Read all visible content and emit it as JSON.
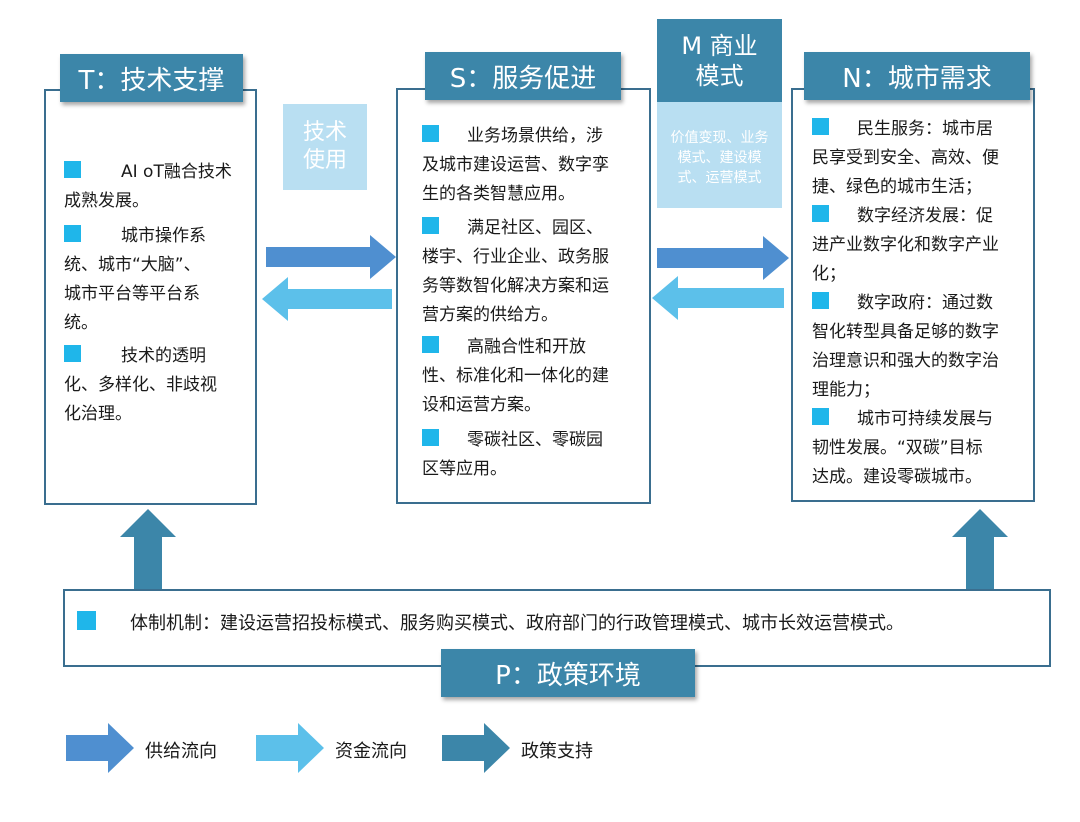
{
  "colors": {
    "supply_arrow": "#4f8fd0",
    "fund_arrow": "#5cc0ea",
    "policy_arrow": "#3c86a9",
    "bullet": "#1fb6ea",
    "tab": "#3c86a9",
    "label_box": "#b9dff2",
    "border": "#3a6e8f"
  },
  "panels": {
    "t": {
      "title": "T：技术支撑",
      "items": [
        [
          "AI oT融合技术",
          "成熟发展。"
        ],
        [
          "城市操作系",
          "统、城市“大脑”、",
          "城市平台等平台系",
          "统。"
        ],
        [
          "技术的透明",
          "化、多样化、非歧视",
          "化治理。"
        ]
      ]
    },
    "s": {
      "title": "S：服务促进",
      "items": [
        [
          "业务场景供给，涉",
          "及城市建设运营、数字孪",
          "生的各类智慧应用。"
        ],
        [
          "满足社区、园区、",
          "楼宇、行业企业、政务服",
          "务等数智化解决方案和运",
          "营方案的供给方。"
        ],
        [
          "高融合性和开放",
          "性、标准化和一体化的建",
          "设和运营方案。"
        ],
        [
          "零碳社区、零碳园",
          "区等应用。"
        ]
      ]
    },
    "n": {
      "title": "N：城市需求",
      "items": [
        [
          "民生服务：城市居",
          "民享受到安全、高效、便",
          "捷、绿色的城市生活；"
        ],
        [
          "数字经济发展：促",
          "进产业数字化和数字产业",
          "化；"
        ],
        [
          "数字政府：通过数",
          "智化转型具备足够的数字",
          "治理意识和强大的数字治",
          "理能力；"
        ],
        [
          "城市可持续发展与",
          "韧性发展。“双碳”目标",
          "达成。建设零碳城市。"
        ]
      ]
    },
    "m": {
      "title_lines": [
        "M 商业",
        "模式"
      ],
      "content": [
        "价值变现、业务",
        "模式、建设模",
        "式、运营模式"
      ]
    },
    "tech_use": [
      "技术",
      "使用"
    ],
    "p": {
      "title": "P：政策环境",
      "text": "体制机制：建设运营招投标模式、服务购买模式、政府部门的行政管理模式、城市长效运营模式。"
    }
  },
  "legend": [
    {
      "label": "供给流向",
      "color_key": "supply_arrow"
    },
    {
      "label": "资金流向",
      "color_key": "fund_arrow"
    },
    {
      "label": "政策支持",
      "color_key": "policy_arrow"
    }
  ]
}
